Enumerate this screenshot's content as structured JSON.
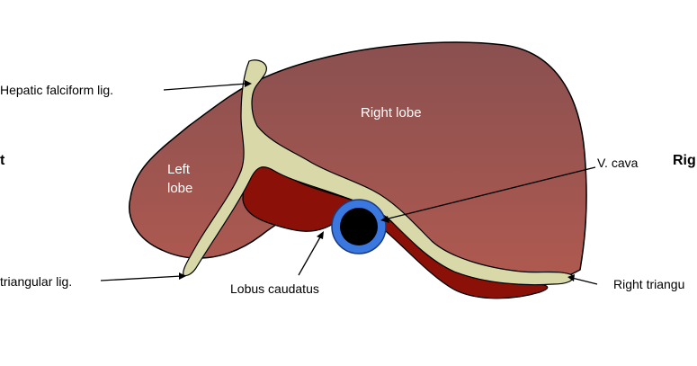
{
  "labels": {
    "hepatic_falciform": "Hepatic falciform lig.",
    "right_lobe": "Right lobe",
    "left_lobe_line1": "Left",
    "left_lobe_line2": "lobe",
    "v_cava": "V. cava",
    "lobus_caudatus": "Lobus caudatus",
    "left_triangular": "triangular lig.",
    "right_triangular": "Right triangu",
    "side_left": "t",
    "side_right": "Rig"
  },
  "colors": {
    "liver_top": "#8a5050",
    "liver_bottom": "#b05a50",
    "caudate": "#8b1008",
    "ligament": "#d8d8a8",
    "vena_cava_ring": "#3a78e0",
    "vena_cava_core": "#000000"
  }
}
